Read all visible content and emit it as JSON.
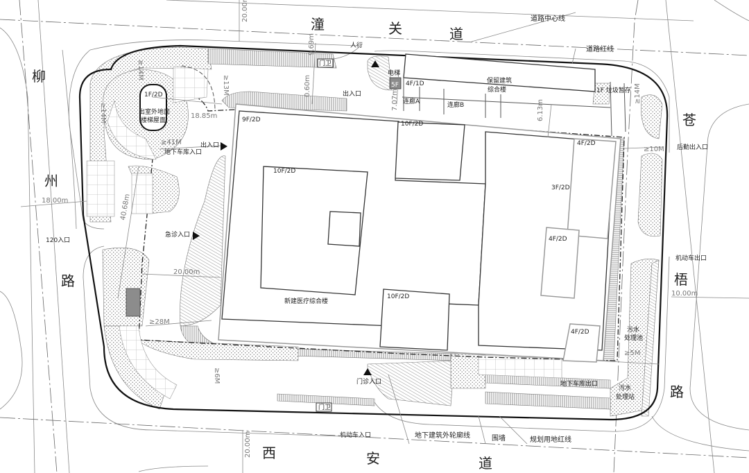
{
  "drawing": {
    "type": "site-plan",
    "roads": {
      "north": [
        "潼",
        "关",
        "道"
      ],
      "south": [
        "西",
        "安",
        "道"
      ],
      "west": [
        "柳",
        "州",
        "路"
      ],
      "east": [
        "苍",
        "梧",
        "路"
      ]
    },
    "legend_callouts": {
      "road_centerline": "道路中心线",
      "road_redline": "道路红线",
      "underground_outline": "地下建筑外轮廓线",
      "wall": "围墙",
      "land_redline": "规划用地红线"
    },
    "buildings": {
      "main": "新建医疗综合楼",
      "retained_line1": "保留建筑",
      "retained_line2": "综合楼",
      "corridor_a": "连廊A",
      "corridor_b": "连廊B",
      "elevator": "电梯",
      "elevator_floors": "5F",
      "garbage": "1F 垃圾暂存",
      "stair_tower_line1": "出室外地面",
      "stair_tower_line2": "楼梯屋面",
      "sewage_pool_line1": "污水",
      "sewage_pool_line2": "处理池",
      "sewage_station_line1": "污水",
      "sewage_station_line2": "处理站"
    },
    "floor_tags": {
      "stair_tower": "1F/2D",
      "wing_nw": "9F/2D",
      "block_north": "10F/2D",
      "block_west": "10F/2D",
      "block_south": "10F/2D",
      "retained": "4F/1D",
      "wing_ne": "4F/2D",
      "wing_east": "3F/2D",
      "wing_e2": "4F/2D",
      "wing_se": "4F/2D"
    },
    "entrances": {
      "pedestrian": "人行",
      "entry_exit_north": "出入口",
      "exit_west": "出入口",
      "garage_entry": "地下车库入口",
      "emergency": "急诊入口",
      "ambulance_120": "120入口",
      "outpatient": "门诊入口",
      "vehicle_entry": "机动车入口",
      "logistics": "后勤出入口",
      "vehicle_exit": "机动车出口",
      "garage_exit": "地下车库出口",
      "guard_north": "门卫",
      "guard_south": "门卫"
    },
    "dimensions": {
      "north_road_width": "20.00m",
      "south_road_width": "20.00m",
      "west_road_width": "18.00m",
      "east_road_width": "10.00m",
      "d_9_69": "9.69m",
      "d_0_60": "0.60m",
      "d_7_07": "7.07m",
      "d_6_13": "6.13m",
      "d_18_85": "18.85m",
      "d_40_68": "40.68m",
      "d_20_00_inner": "20.00m",
      "ge13m": "≥13M",
      "ge14m_nw": "≥14M",
      "ge14m_ne": "≥14M",
      "ge41m": "≥41M",
      "ge28m": "≥28M",
      "ge10m": "≥10M",
      "ge5m": "≥5M",
      "ge6m_sw": "≥6M",
      "ge14m_sw": "≥14M"
    },
    "colors": {
      "line": "#111111",
      "grey_line": "#888888",
      "hatch": "#9a9a9a",
      "fill_dark": "#8c8c8c",
      "background": "#ffffff"
    }
  }
}
